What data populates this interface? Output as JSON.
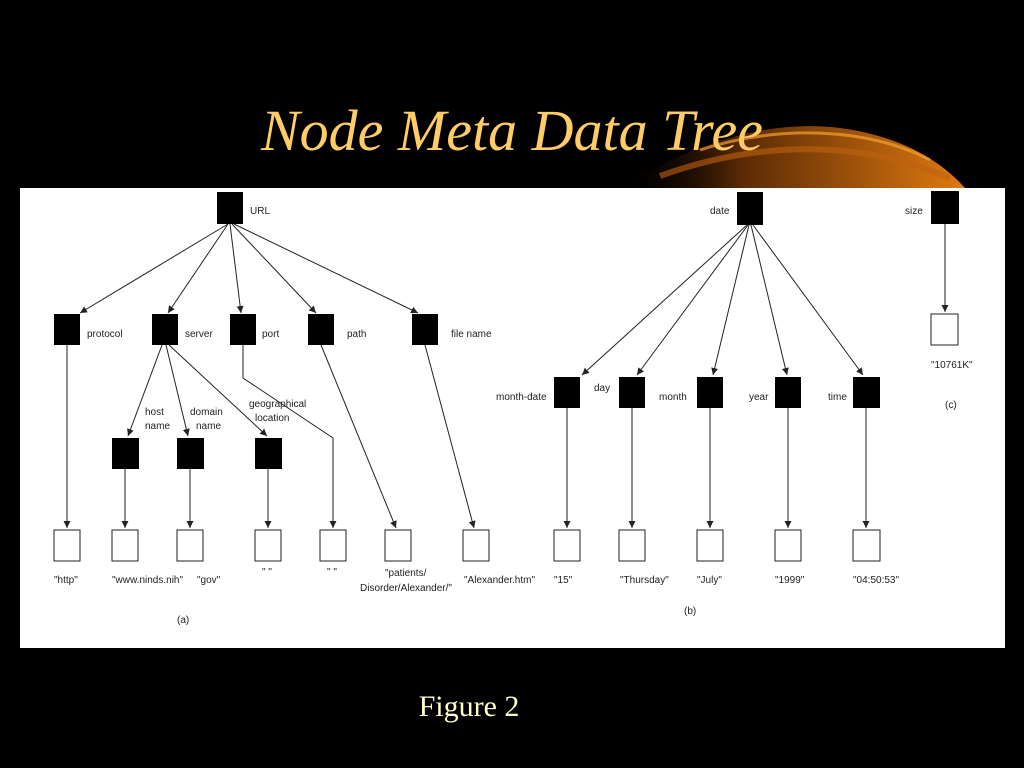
{
  "slide": {
    "title": "Node Meta Data Tree",
    "caption": "Figure 2"
  },
  "colors": {
    "background": "#000000",
    "title": "#ffcc66",
    "caption": "#ffffcc",
    "swoosh": "#e07a10",
    "node_fill": "#000000",
    "edge": "#222222"
  },
  "figure": {
    "part_a": {
      "label": "(a)",
      "root": "URL",
      "fields": {
        "protocol": "protocol",
        "server": "server",
        "port": "port",
        "path": "path",
        "file_name": "file name"
      },
      "server_parts": {
        "host_name": [
          "host",
          "name"
        ],
        "domain_name": [
          "domain",
          "name"
        ],
        "geographical_location": [
          "geographical",
          "location"
        ]
      },
      "values": {
        "protocol": "\"http\"",
        "host_name": "\"www.ninds.nih\"",
        "domain_name": "\"gov\"",
        "geographical_location": "\" \"",
        "port": "\" \"",
        "path": [
          "\"patients/",
          "Disorder/Alexander/\""
        ],
        "file_name": "\"Alexander.htm\""
      }
    },
    "part_b": {
      "label": "(b)",
      "root": "date",
      "fields": {
        "month_date": "month-date",
        "day": "day",
        "month": "month",
        "year": "year",
        "time": "time"
      },
      "values": {
        "month_date": "\"15\"",
        "day": "\"Thursday\"",
        "month": "\"July\"",
        "year": "\"1999\"",
        "time": "\"04:50:53\""
      }
    },
    "part_c": {
      "label": "(c)",
      "root": "size",
      "value": "\"10761K\""
    }
  }
}
